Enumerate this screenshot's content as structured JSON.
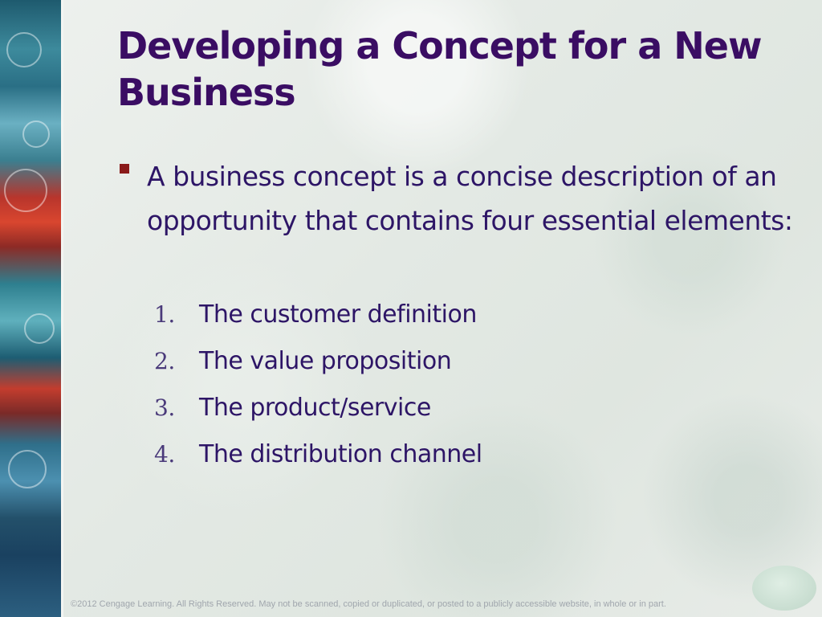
{
  "slide": {
    "title": "Developing a Concept for a New Business",
    "bullet": {
      "text": "A business concept is a concise description of an opportunity that contains four essential elements:"
    },
    "elements": [
      {
        "number": "1.",
        "label": "The customer definition"
      },
      {
        "number": "2.",
        "label": "The value proposition"
      },
      {
        "number": "3.",
        "label": "The product/service"
      },
      {
        "number": "4.",
        "label": "The distribution channel"
      }
    ],
    "footer": "©2012 Cengage Learning. All Rights Reserved. May not be scanned, copied or duplicated, or posted to a publicly accessible website, in whole or in part."
  },
  "colors": {
    "title": "#3a0d63",
    "body_text": "#2d1566",
    "bullet_marker": "#8a1a1a",
    "footer": "#a0a6ad"
  }
}
